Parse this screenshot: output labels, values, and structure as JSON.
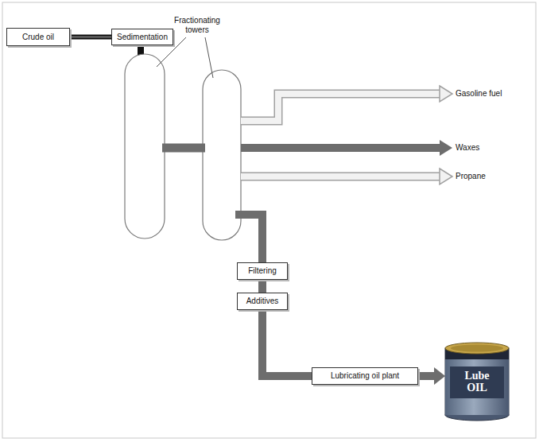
{
  "diagram": {
    "nodes": [
      {
        "text": [
          "Crude oil"
        ]
      },
      {
        "text": [
          "Sedimentation"
        ]
      },
      {
        "text": [
          "Filtering"
        ]
      },
      {
        "text": [
          "Additives"
        ]
      },
      {
        "text": [
          "Lubricating oil plant"
        ]
      },
      {
        "text": [
          "Lube OIL"
        ]
      }
    ],
    "edges": [
      {
        "from": 0,
        "to": 1,
        "arrow": "none"
      },
      {
        "from": 2,
        "to": 3,
        "arrow": "none"
      },
      {
        "from": 3,
        "to": 4,
        "arrow": "none"
      },
      {
        "from": 4,
        "to": 5,
        "arrow": "to"
      }
    ],
    "labels": [
      "Fractionating towers",
      "Gasoline fuel",
      "Waxes",
      "Propane"
    ]
  }
}
